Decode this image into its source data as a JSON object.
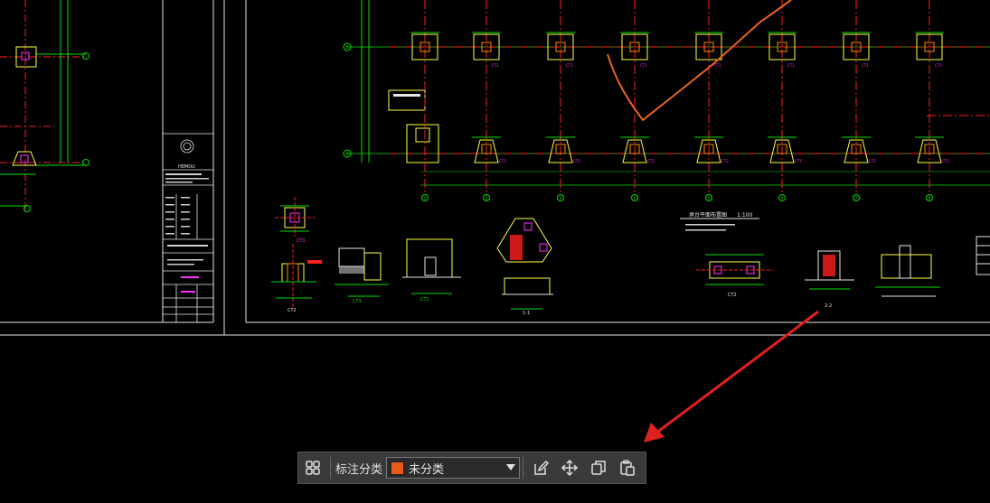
{
  "toolbar": {
    "category_label": "标注分类",
    "category_select": {
      "value": "未分类",
      "swatch_color": "#e8591a"
    },
    "buttons": [
      {
        "name": "layout-grid-icon"
      },
      {
        "name": "edit-icon"
      },
      {
        "name": "move-icon"
      },
      {
        "name": "copy-icon"
      },
      {
        "name": "paste-icon"
      }
    ]
  },
  "drawing": {
    "title_block_logo_text": "HEMOU",
    "plan_title": "承台平面布置图",
    "plan_scale": "1:100",
    "column_tags_top": [
      "CT1",
      "CT1",
      "CT1",
      "CT1",
      "CT1",
      "CT1",
      "CT1"
    ],
    "column_tags_bottom": [
      "CT2",
      "CT2",
      "CT2",
      "CT2",
      "CT2",
      "CT2",
      "CT2"
    ],
    "axis_numbers": [
      "1",
      "2",
      "3",
      "4",
      "5",
      "6",
      "7",
      "8"
    ],
    "axis_letters": [
      "A",
      "B"
    ],
    "detail_labels": [
      "CT1",
      "CT2",
      "CT3",
      "CT1",
      "1-1",
      "CT2",
      "2-2"
    ]
  },
  "colors": {
    "annotation_orange": "#e8641e",
    "arrow_red": "#e02020",
    "cad_green": "#00e000",
    "cad_yellow": "#ffff40",
    "cad_red": "#ff2020",
    "cad_magenta": "#ff30ff",
    "cad_white": "#e6e6e6"
  }
}
